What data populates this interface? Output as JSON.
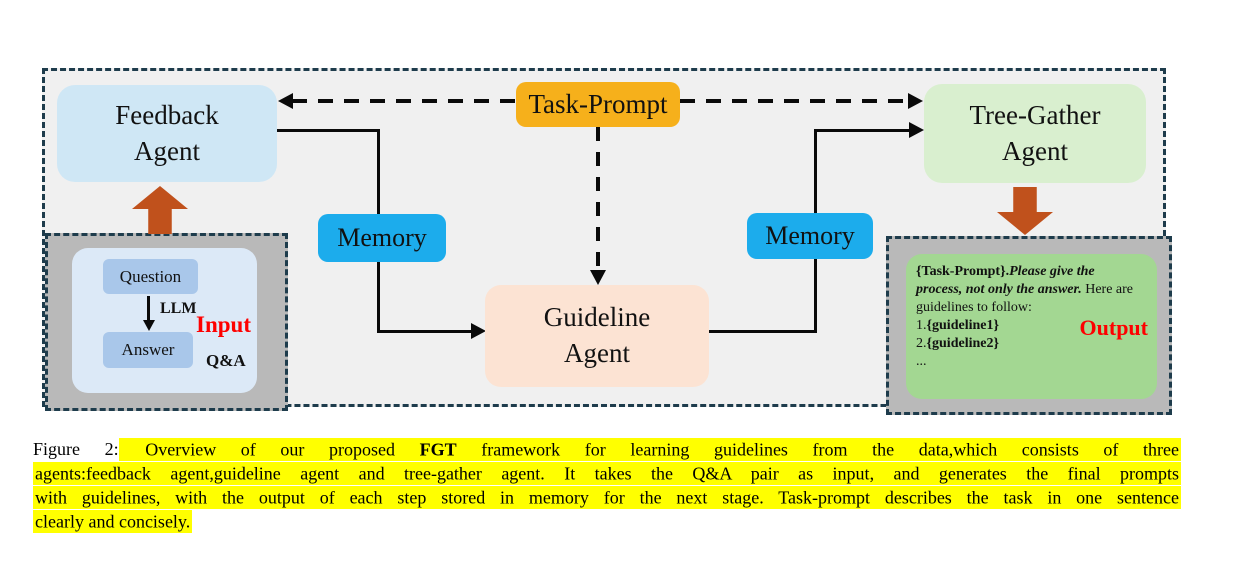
{
  "diagram": {
    "feedback_agent_label": "Feedback\nAgent",
    "task_prompt_label": "Task-Prompt",
    "tree_gather_agent_label": "Tree-Gather\nAgent",
    "guideline_agent_label": "Guideline\nAgent",
    "memory_left_label": "Memory",
    "memory_right_label": "Memory",
    "input_panel": {
      "question_label": "Question",
      "llm_label": "LLM",
      "answer_label": "Answer",
      "input_label": "Input",
      "qa_label": "Q&A"
    },
    "output_panel": {
      "line1_bold": "{Task-Prompt}.",
      "line1_italic": "Please give the",
      "line2_italic": "process, not only the answer.",
      "line2_normal": " Here are",
      "line3": "guidelines to follow:",
      "item1_num": "1.",
      "item1_value": "{guideline1}",
      "item2_num": "2.",
      "item2_value": "{guideline2}",
      "ellipsis": "...",
      "output_label": "Output"
    },
    "colors": {
      "figure_background": "#f0f0f0",
      "frame_border": "#1e3c4c",
      "feedback_bg": "#cfe7f5",
      "task_prompt_bg": "#f6b01b",
      "tree_gather_bg": "#d9efcf",
      "guideline_bg": "#fce3d3",
      "memory_bg": "#1cacec",
      "panel_gray_bg": "#b9b9b9",
      "input_inner_bg": "#dce9f7",
      "qa_chip_bg": "#a9c7ea",
      "output_inner_bg": "#a3d792",
      "block_arrow_orange": "#c0511c",
      "label_red": "#fe0000",
      "caption_highlight": "#ffff00"
    }
  },
  "caption": {
    "figure_label": "Figure 2:",
    "line1_seg1": " Overview of our proposed ",
    "line1_bold": "FGT",
    "line1_seg2": " framework for learning guidelines from the data,which consists of three",
    "line2": "agents:feedback agent,guideline agent and tree-gather agent. It takes the Q&A pair as input, and generates the final prompts",
    "line3": "with guidelines, with the output of each step stored in memory for the next stage. Task-prompt describes the task in one sentence",
    "line4": "clearly and concisely."
  }
}
